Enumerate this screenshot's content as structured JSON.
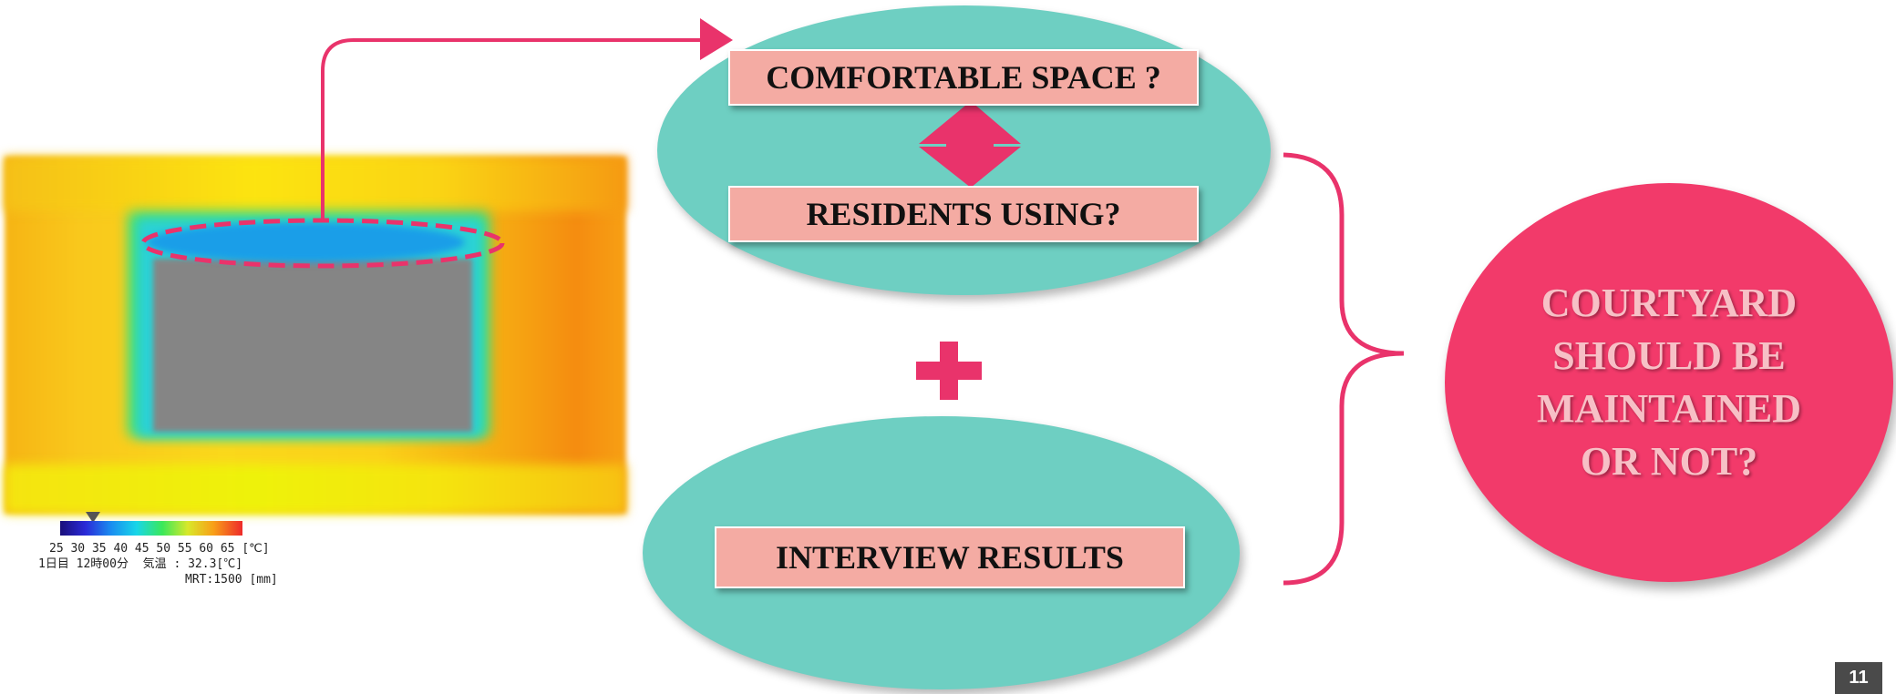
{
  "diagram": {
    "top_question": "COMFORTABLE SPACE ?",
    "top_subject": "RESIDENTS USING?",
    "bottom_item": "INTERVIEW RESULTS",
    "conclusion": "COURTYARD SHOULD BE MAINTAINED OR NOT?",
    "colors": {
      "oval": "#6ecfc2",
      "label_box": "#f4aba3",
      "accent_pink": "#e9336b",
      "conclusion_circle": "#f23a6a",
      "conclusion_text": "#f7c0c6"
    }
  },
  "thermal_legend": {
    "ticks": "25 30 35 40 45 50 55 60 65 [℃]",
    "time_temp": "1日目 12時00分  気温 : 32.3[℃]",
    "mrt": "MRT:1500 [mm]"
  },
  "page_number": "11"
}
